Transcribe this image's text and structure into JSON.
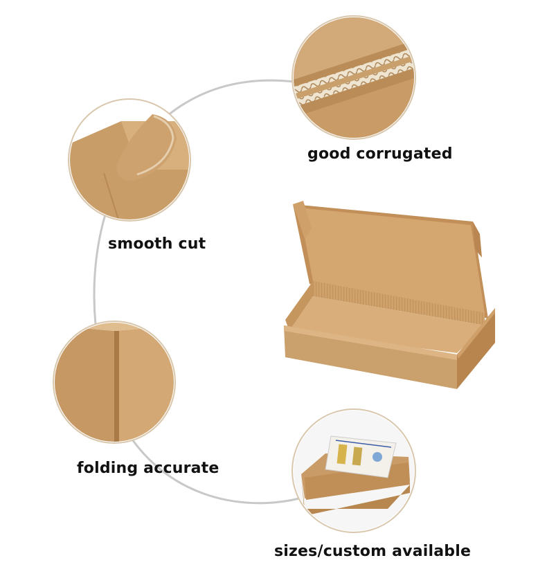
{
  "features": {
    "corrugated": "good corrugated",
    "smooth_cut": "smooth cut",
    "folding": "folding accurate",
    "custom": "sizes/custom available"
  },
  "colors": {
    "kraft_light": "#d7ac78",
    "kraft": "#c79a63",
    "kraft_dark": "#a97a45",
    "ring": "#d9c7ad",
    "arc": "#c8c8c8"
  }
}
